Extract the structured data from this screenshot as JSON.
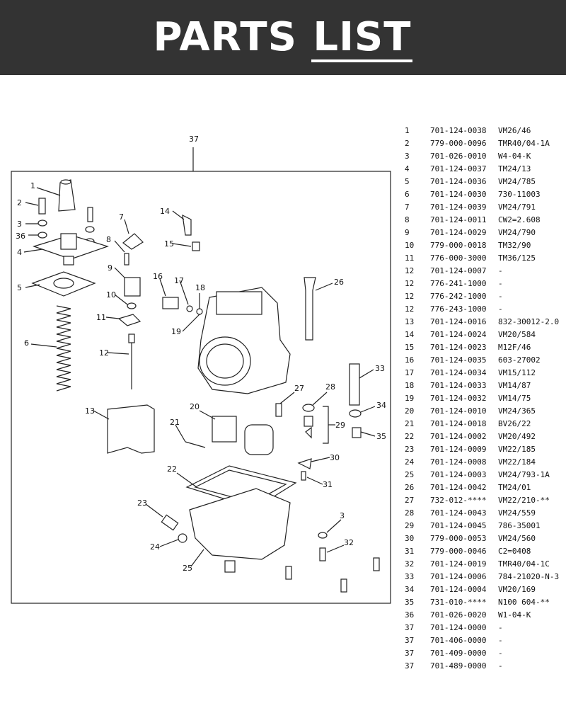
{
  "header": {
    "title_word1": "PARTS",
    "title_word2": "LIST"
  },
  "diagram_labels": [
    "37",
    "1",
    "2",
    "3",
    "36",
    "4",
    "5",
    "6",
    "7",
    "8",
    "9",
    "10",
    "11",
    "12",
    "13",
    "14",
    "15",
    "16",
    "17",
    "18",
    "19",
    "20",
    "21",
    "22",
    "23",
    "24",
    "25",
    "26",
    "27",
    "28",
    "29",
    "30",
    "31",
    "32",
    "33",
    "34",
    "35",
    "3"
  ],
  "parts": [
    {
      "no": "1",
      "part": "701-124-0038",
      "spec": "VM26/46"
    },
    {
      "no": "2",
      "part": "779-000-0096",
      "spec": "TMR40/04-1A"
    },
    {
      "no": "3",
      "part": "701-026-0010",
      "spec": "W4-04-K"
    },
    {
      "no": "4",
      "part": "701-124-0037",
      "spec": "TM24/13"
    },
    {
      "no": "5",
      "part": "701-124-0036",
      "spec": "VM24/785"
    },
    {
      "no": "6",
      "part": "701-124-0030",
      "spec": "730-11003"
    },
    {
      "no": "7",
      "part": "701-124-0039",
      "spec": "VM24/791"
    },
    {
      "no": "8",
      "part": "701-124-0011",
      "spec": "CW2=2.608"
    },
    {
      "no": "9",
      "part": "701-124-0029",
      "spec": "VM24/790"
    },
    {
      "no": "10",
      "part": "779-000-0018",
      "spec": "TM32/90"
    },
    {
      "no": "11",
      "part": "776-000-3000",
      "spec": "TM36/125"
    },
    {
      "no": "12",
      "part": "701-124-0007",
      "spec": "-"
    },
    {
      "no": "12",
      "part": "776-241-1000",
      "spec": "-"
    },
    {
      "no": "12",
      "part": "776-242-1000",
      "spec": "-"
    },
    {
      "no": "12",
      "part": "776-243-1000",
      "spec": "-"
    },
    {
      "no": "13",
      "part": "701-124-0016",
      "spec": "832-30012-2.0"
    },
    {
      "no": "14",
      "part": "701-124-0024",
      "spec": "VM20/584"
    },
    {
      "no": "15",
      "part": "701-124-0023",
      "spec": "M12F/46"
    },
    {
      "no": "16",
      "part": "701-124-0035",
      "spec": "603-27002"
    },
    {
      "no": "17",
      "part": "701-124-0034",
      "spec": "VM15/112"
    },
    {
      "no": "18",
      "part": "701-124-0033",
      "spec": "VM14/87"
    },
    {
      "no": "19",
      "part": "701-124-0032",
      "spec": "VM14/75"
    },
    {
      "no": "20",
      "part": "701-124-0010",
      "spec": "VM24/365"
    },
    {
      "no": "21",
      "part": "701-124-0018",
      "spec": "BV26/22"
    },
    {
      "no": "22",
      "part": "701-124-0002",
      "spec": "VM20/492"
    },
    {
      "no": "23",
      "part": "701-124-0009",
      "spec": "VM22/185"
    },
    {
      "no": "24",
      "part": "701-124-0008",
      "spec": "VM22/184"
    },
    {
      "no": "25",
      "part": "701-124-0003",
      "spec": "VM24/793-1A"
    },
    {
      "no": "26",
      "part": "701-124-0042",
      "spec": "TM24/01"
    },
    {
      "no": "27",
      "part": "732-012-****",
      "spec": "VM22/210-**"
    },
    {
      "no": "28",
      "part": "701-124-0043",
      "spec": "VM24/559"
    },
    {
      "no": "29",
      "part": "701-124-0045",
      "spec": "786-35001"
    },
    {
      "no": "30",
      "part": "779-000-0053",
      "spec": "VM24/560"
    },
    {
      "no": "31",
      "part": "779-000-0046",
      "spec": "C2=0408"
    },
    {
      "no": "32",
      "part": "701-124-0019",
      "spec": "TMR40/04-1C"
    },
    {
      "no": "33",
      "part": "701-124-0006",
      "spec": "784-21020-N-3"
    },
    {
      "no": "34",
      "part": "701-124-0004",
      "spec": "VM20/169"
    },
    {
      "no": "35",
      "part": "731-010-****",
      "spec": "N100 604-**"
    },
    {
      "no": "36",
      "part": "701-026-0020",
      "spec": "W1-04-K"
    },
    {
      "no": "37",
      "part": "701-124-0000",
      "spec": "-"
    },
    {
      "no": "37",
      "part": "701-406-0000",
      "spec": "-"
    },
    {
      "no": "37",
      "part": "701-409-0000",
      "spec": "-"
    },
    {
      "no": "37",
      "part": "701-489-0000",
      "spec": "-"
    }
  ]
}
